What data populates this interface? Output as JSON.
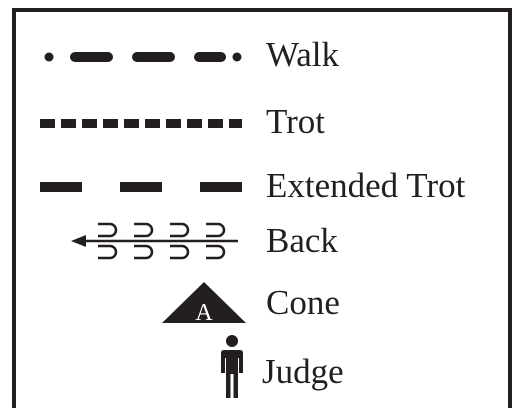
{
  "legend": {
    "items": [
      {
        "key": "walk",
        "label": "Walk"
      },
      {
        "key": "trot",
        "label": "Trot"
      },
      {
        "key": "extended_trot",
        "label": "Extended Trot"
      },
      {
        "key": "back",
        "label": "Back"
      },
      {
        "key": "cone",
        "label": "Cone",
        "symbol_letter": "A"
      },
      {
        "key": "judge",
        "label": "Judge"
      }
    ]
  },
  "colors": {
    "ink": "#231f20",
    "background": "#ffffff"
  }
}
